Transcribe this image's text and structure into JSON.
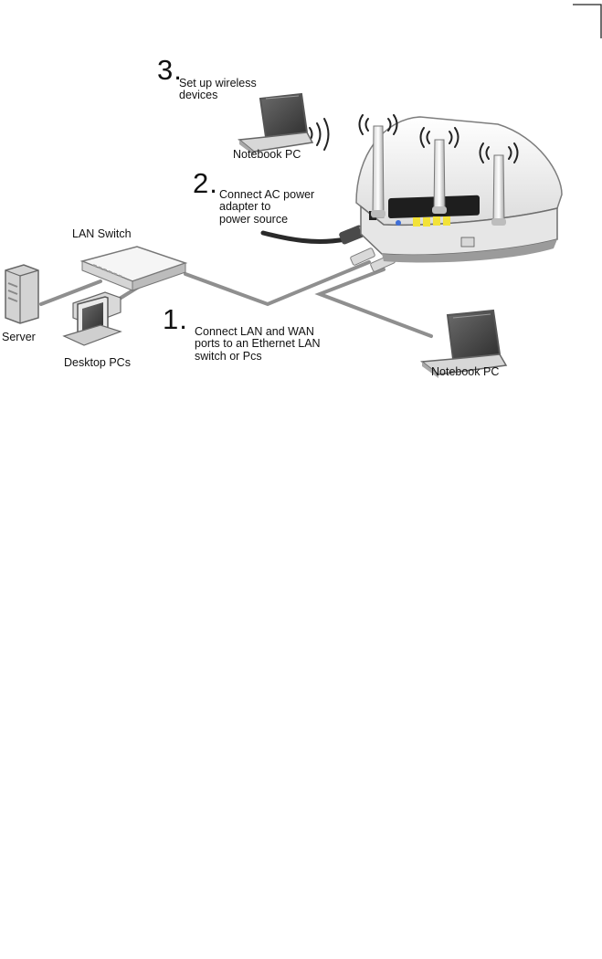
{
  "steps": {
    "step1": {
      "number": "1.",
      "text": "Connect LAN and WAN\nports to an Ethernet LAN\nswitch or Pcs"
    },
    "step2": {
      "number": "2.",
      "text": "Connect AC power\nadapter to\npower source"
    },
    "step3": {
      "number": "3.",
      "text": "Set up wireless\ndevices"
    }
  },
  "devices": {
    "lan_switch": "LAN Switch",
    "server": "Server",
    "desktop_pcs": "Desktop PCs",
    "notebook_pc_wireless": "Notebook PC",
    "notebook_pc_wired": "Notebook PC"
  },
  "colors": {
    "router_body": "#f1f1f1",
    "router_leds": "#f2e23a",
    "cable": "#8f8f8f",
    "power_cable": "#2a2a2a",
    "screen": "#4a4a4a"
  },
  "icons": [
    "router-icon",
    "antenna-icon",
    "wifi-wave-icon",
    "notebook-pc-icon",
    "server-icon",
    "desktop-pc-icon",
    "lan-switch-icon",
    "power-adapter-icon",
    "ethernet-plug-icon"
  ]
}
